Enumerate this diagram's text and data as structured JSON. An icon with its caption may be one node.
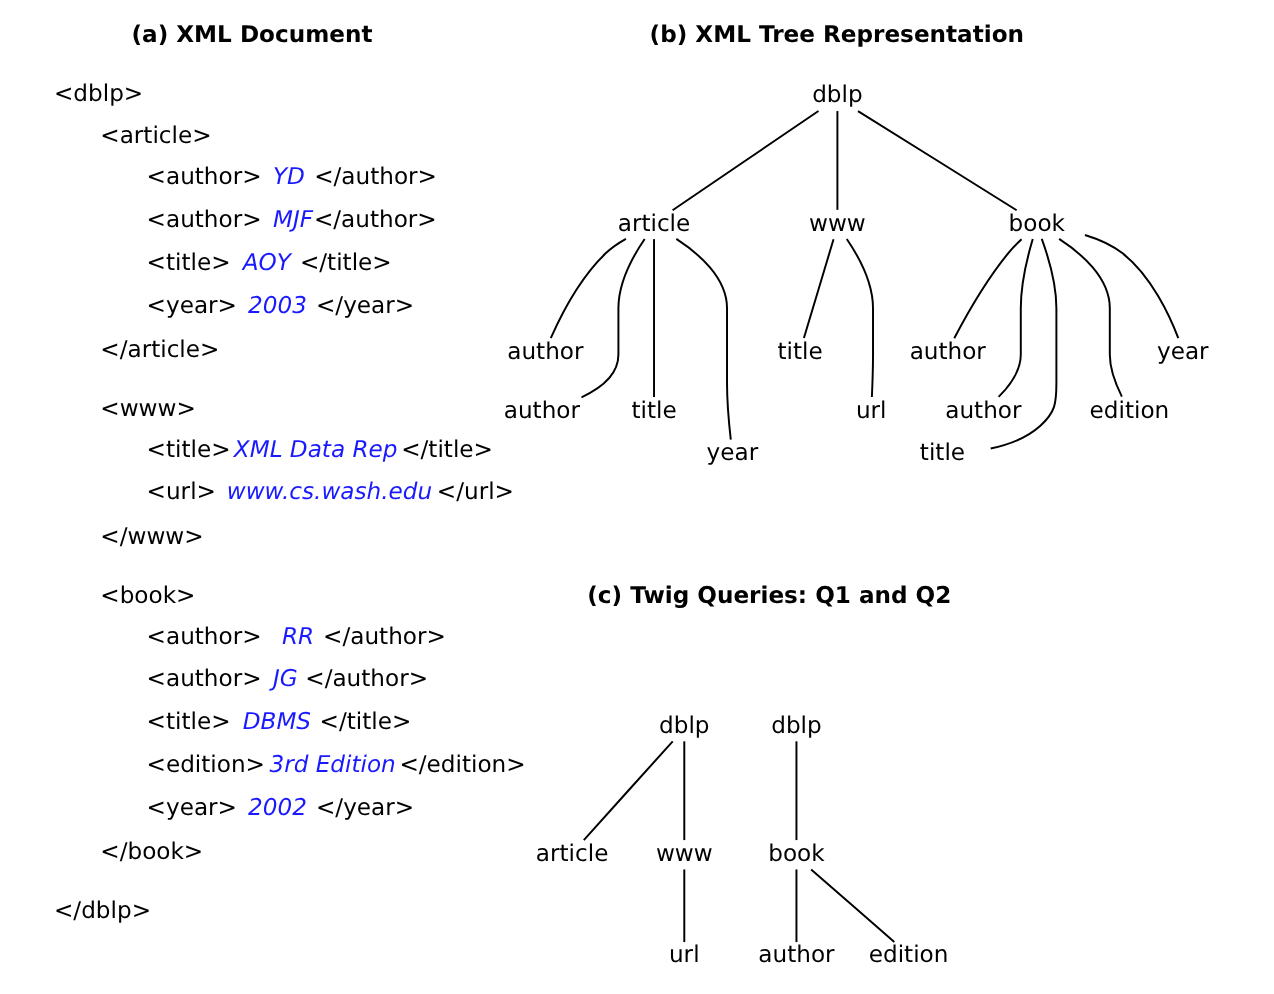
{
  "diagram": {
    "nodes": [
      {
        "text": [
          "dblp"
        ]
      },
      {
        "text": [
          "article"
        ]
      },
      {
        "text": [
          "www"
        ]
      },
      {
        "text": [
          "book"
        ]
      },
      {
        "text": [
          "author"
        ]
      },
      {
        "text": [
          "author"
        ]
      },
      {
        "text": [
          "title"
        ]
      },
      {
        "text": [
          "year"
        ]
      },
      {
        "text": [
          "title"
        ]
      },
      {
        "text": [
          "url"
        ]
      },
      {
        "text": [
          "author"
        ]
      },
      {
        "text": [
          "author"
        ]
      },
      {
        "text": [
          "title"
        ]
      },
      {
        "text": [
          "edition"
        ]
      },
      {
        "text": [
          "year"
        ]
      },
      {
        "text": [
          "dblp"
        ]
      },
      {
        "text": [
          "article"
        ]
      },
      {
        "text": [
          "www"
        ]
      },
      {
        "text": [
          "url"
        ]
      },
      {
        "text": [
          "dblp"
        ]
      },
      {
        "text": [
          "book"
        ]
      },
      {
        "text": [
          "author"
        ]
      },
      {
        "text": [
          "edition"
        ]
      }
    ],
    "edges": [
      {
        "from": 0,
        "to": 1,
        "arrow": "none"
      },
      {
        "from": 0,
        "to": 2,
        "arrow": "none"
      },
      {
        "from": 0,
        "to": 3,
        "arrow": "none"
      },
      {
        "from": 1,
        "to": 4,
        "arrow": "none"
      },
      {
        "from": 1,
        "to": 5,
        "arrow": "none"
      },
      {
        "from": 1,
        "to": 6,
        "arrow": "none"
      },
      {
        "from": 1,
        "to": 7,
        "arrow": "none"
      },
      {
        "from": 2,
        "to": 8,
        "arrow": "none"
      },
      {
        "from": 2,
        "to": 9,
        "arrow": "none"
      },
      {
        "from": 3,
        "to": 10,
        "arrow": "none"
      },
      {
        "from": 3,
        "to": 11,
        "arrow": "none"
      },
      {
        "from": 3,
        "to": 12,
        "arrow": "none"
      },
      {
        "from": 3,
        "to": 13,
        "arrow": "none"
      },
      {
        "from": 3,
        "to": 14,
        "arrow": "none"
      },
      {
        "from": 15,
        "to": 16,
        "arrow": "none"
      },
      {
        "from": 15,
        "to": 17,
        "arrow": "none"
      },
      {
        "from": 17,
        "to": 18,
        "arrow": "none"
      },
      {
        "from": 19,
        "to": 20,
        "arrow": "none"
      },
      {
        "from": 20,
        "to": 21,
        "arrow": "none"
      },
      {
        "from": 20,
        "to": 22,
        "arrow": "none"
      }
    ],
    "labels": [
      "(a) XML Document",
      "(b) XML Tree Representation",
      "<dblp>",
      "<article>",
      "<author> *YD* </author>",
      "<author> *MJF*</author>",
      "<title> *AOY* </title>",
      "<year> *2003* </year>",
      "</article>",
      "<www>",
      "<title>*XML Data Rep*</title>",
      "<url> *www.cs.wash.edu*</url>",
      "</www>",
      "<book>",
      "<author>  *RR* </author>",
      "<author> *JG* </author>",
      "<title> *DBMS* </title>",
      "<edition>*3rd Edition*</edition>",
      "<year> *2002* </year>",
      "</book>",
      "</dblp>",
      "(c) Twig Queries: Q1 and Q2"
    ]
  }
}
